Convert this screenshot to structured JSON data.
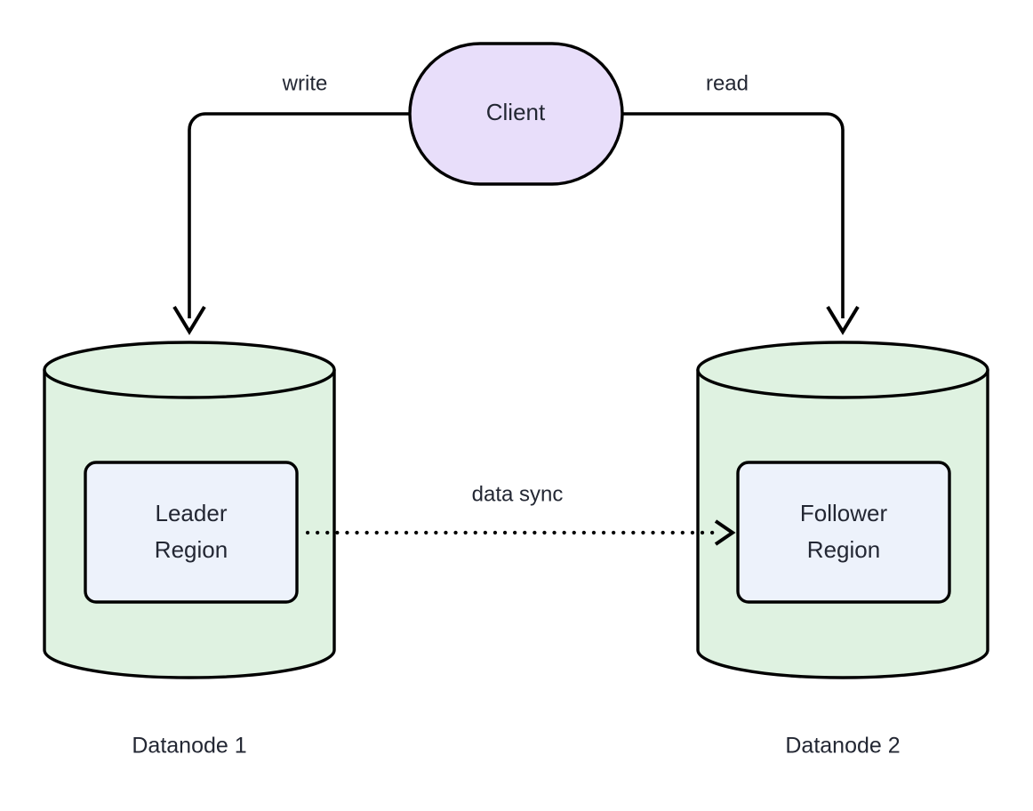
{
  "diagram": {
    "type": "architecture-diagram",
    "background_color": "#ffffff",
    "stroke_color": "#000000",
    "text_color": "#232733",
    "nodes": [
      {
        "id": "client",
        "label": "Client",
        "shape": "stadium",
        "fill_color": "#E8DEFA"
      },
      {
        "id": "datanode1",
        "label": "Datanode 1",
        "shape": "cylinder",
        "fill_color": "#DFF2E1"
      },
      {
        "id": "datanode2",
        "label": "Datanode 2",
        "shape": "cylinder",
        "fill_color": "#DFF2E1"
      },
      {
        "id": "leader-region",
        "label_line1": "Leader",
        "label_line2": "Region",
        "shape": "rounded-rect",
        "fill_color": "#EDF2FB"
      },
      {
        "id": "follower-region",
        "label_line1": "Follower",
        "label_line2": "Region",
        "shape": "rounded-rect",
        "fill_color": "#EDF2FB"
      }
    ],
    "edges": [
      {
        "id": "write-edge",
        "label": "write",
        "from": "client",
        "to": "datanode1",
        "style": "solid",
        "arrow": "end"
      },
      {
        "id": "read-edge",
        "label": "read",
        "from": "client",
        "to": "datanode2",
        "style": "solid",
        "arrow": "end"
      },
      {
        "id": "data-sync-edge",
        "label": "data sync",
        "from": "leader-region",
        "to": "follower-region",
        "style": "dotted",
        "arrow": "end"
      }
    ]
  }
}
